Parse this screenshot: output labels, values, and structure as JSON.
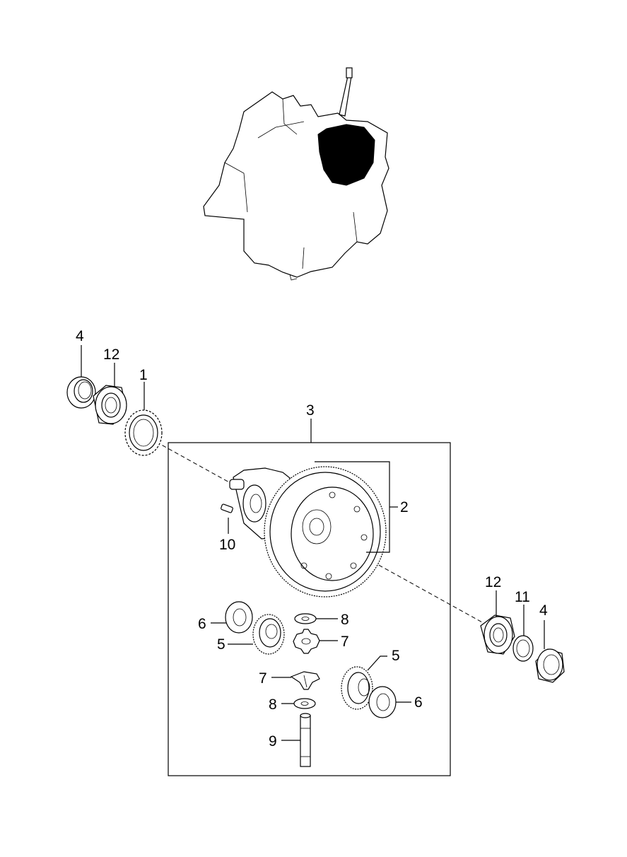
{
  "diagram": {
    "type": "exploded-parts-diagram",
    "callouts": {
      "c1": "1",
      "c2": "2",
      "c3": "3",
      "c4_left": "4",
      "c4_right": "4",
      "c5_left": "5",
      "c5_right": "5",
      "c6_left": "6",
      "c6_right": "6",
      "c7_upper": "7",
      "c7_lower": "7",
      "c8_upper": "8",
      "c8_lower": "8",
      "c9": "9",
      "c10": "10",
      "c11": "11",
      "c12_left": "12",
      "c12_right": "12"
    },
    "colors": {
      "line": "#000000",
      "background": "#ffffff"
    }
  }
}
